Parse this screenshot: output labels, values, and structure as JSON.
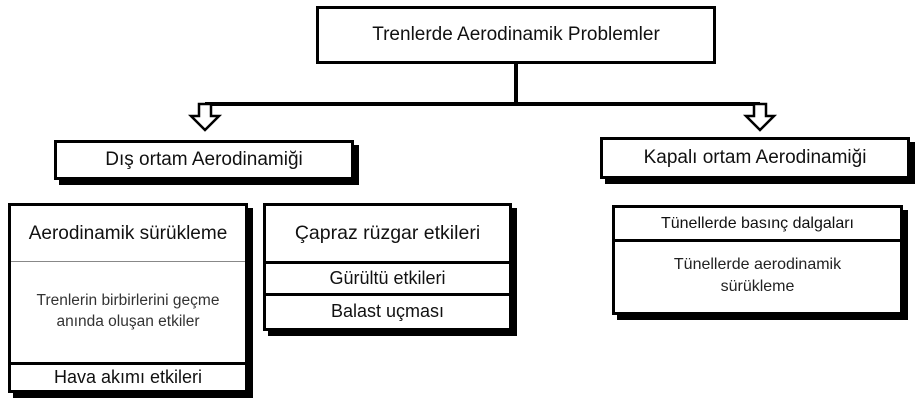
{
  "root": {
    "label": "Trenlerde Aerodinamik Problemler"
  },
  "branches": [
    {
      "label": "Dış ortam Aerodinamiği",
      "groups": [
        {
          "items": [
            "Aerodinamik sürükleme",
            "Trenlerin birbirlerini geçme anında oluşan etkiler",
            "Hava akımı etkileri"
          ]
        },
        {
          "items": [
            "Çapraz rüzgar etkileri",
            "Gürültü etkileri",
            "Balast uçması"
          ]
        }
      ]
    },
    {
      "label": "Kapalı ortam Aerodinamiği",
      "groups": [
        {
          "items": [
            "Tünellerde basınç dalgaları",
            "Tünellerde aerodinamik sürükleme"
          ]
        }
      ]
    }
  ]
}
